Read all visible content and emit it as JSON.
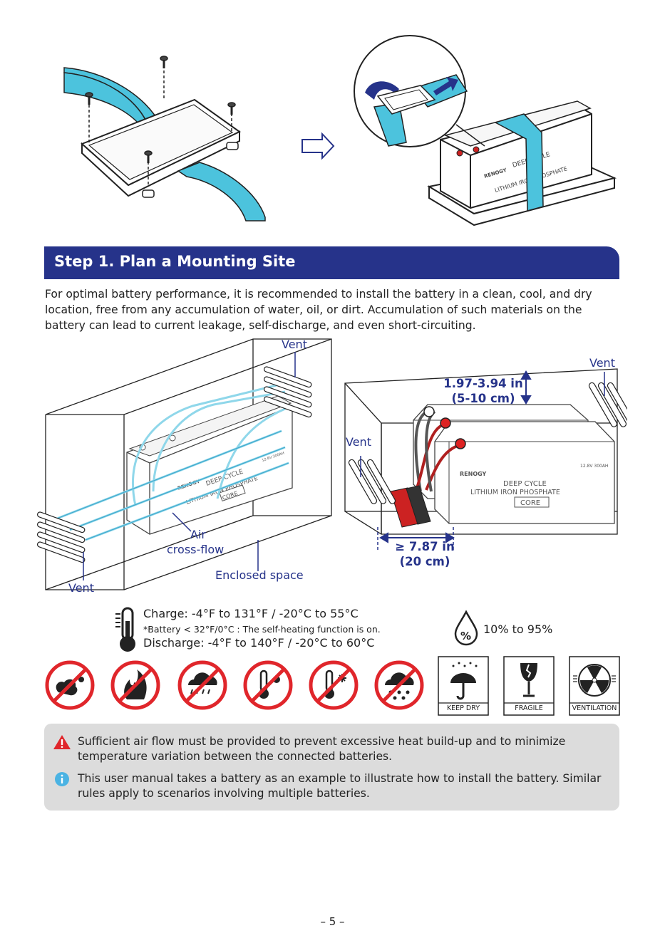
{
  "step": {
    "title": "Step 1. Plan a Mounting Site"
  },
  "intro": "For optimal battery performance, it is recommended to install the battery in a clean, cool, and dry location, free from any accumulation of water, oil, or dirt. Accumulation of such materials on the battery can lead to current leakage, self-discharge, and even short-circuiting.",
  "battery_label": {
    "brand": "RENOGY",
    "line1": "DEEP CYCLE",
    "line2": "LITHIUM IRON PHOSPHATE",
    "badge": "CORE",
    "spec": "12.8V 300AH"
  },
  "diagram_left": {
    "vent_top": "Vent",
    "vent_bottom": "Vent",
    "air": "Air",
    "crossflow": "cross-flow",
    "enclosed": "Enclosed space"
  },
  "diagram_right": {
    "vent_right": "Vent",
    "vent_left": "Vent",
    "top_gap_line1": "1.97-3.94 in",
    "top_gap_line2": "(5-10 cm)",
    "side_gap_line1": "≥ 7.87 in",
    "side_gap_line2": "(20 cm)"
  },
  "temperature": {
    "charge": "Charge: -4°F to 131°F / -20°C to 55°C",
    "note": "*Battery < 32°F/0°C : The self-heating function is on.",
    "discharge": "Discharge: -4°F to 140°F / -20°C to 60°C"
  },
  "humidity": {
    "range": "10% to 95%",
    "symbol": "%"
  },
  "pictograms": {
    "keep_dry": "KEEP DRY",
    "fragile": "FRAGILE",
    "ventilation": "VENTILATION"
  },
  "notices": {
    "warning": "Sufficient air flow must be provided to prevent excessive heat build-up and to minimize temperature variation between the connected batteries.",
    "info": "This user manual takes a battery as an example to illustrate how to install the battery. Similar rules apply to scenarios involving multiple batteries."
  },
  "page_number": "– 5 –",
  "colors": {
    "accent": "#26338a",
    "strap": "#4cc3dd",
    "warning": "#e0262b",
    "info": "#4bb3e3",
    "prohibit": "#e0262b"
  }
}
